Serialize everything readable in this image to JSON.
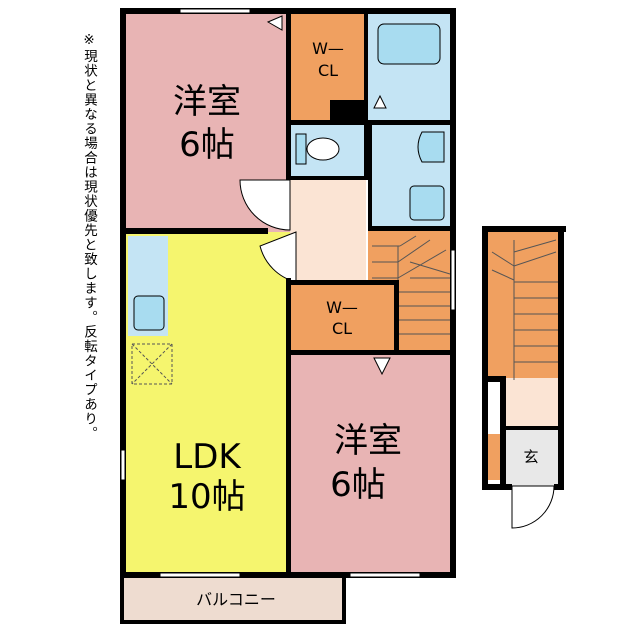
{
  "note": "※現状と異なる場合は現状優先と致します。反転タイプあり。",
  "rooms": {
    "bedroom_top": {
      "name": "洋室",
      "size": "6帖"
    },
    "bedroom_bottom": {
      "name": "洋室",
      "size": "6帖"
    },
    "ldk": {
      "name": "LDK",
      "size": "10帖"
    },
    "wcl_top": {
      "line1": "W—",
      "line2": "CL"
    },
    "wcl_mid": {
      "line1": "W—",
      "line2": "CL"
    },
    "balcony": "バルコニー",
    "entrance": "玄"
  },
  "colors": {
    "bedroom": "#e8b4b4",
    "ldk": "#f5f56e",
    "closet": "#f0a060",
    "water": "#c4e4f4",
    "hall": "#fbe4d4",
    "stairs": "#f0a060",
    "balcony": "#eedcd0",
    "wall": "#000000"
  }
}
